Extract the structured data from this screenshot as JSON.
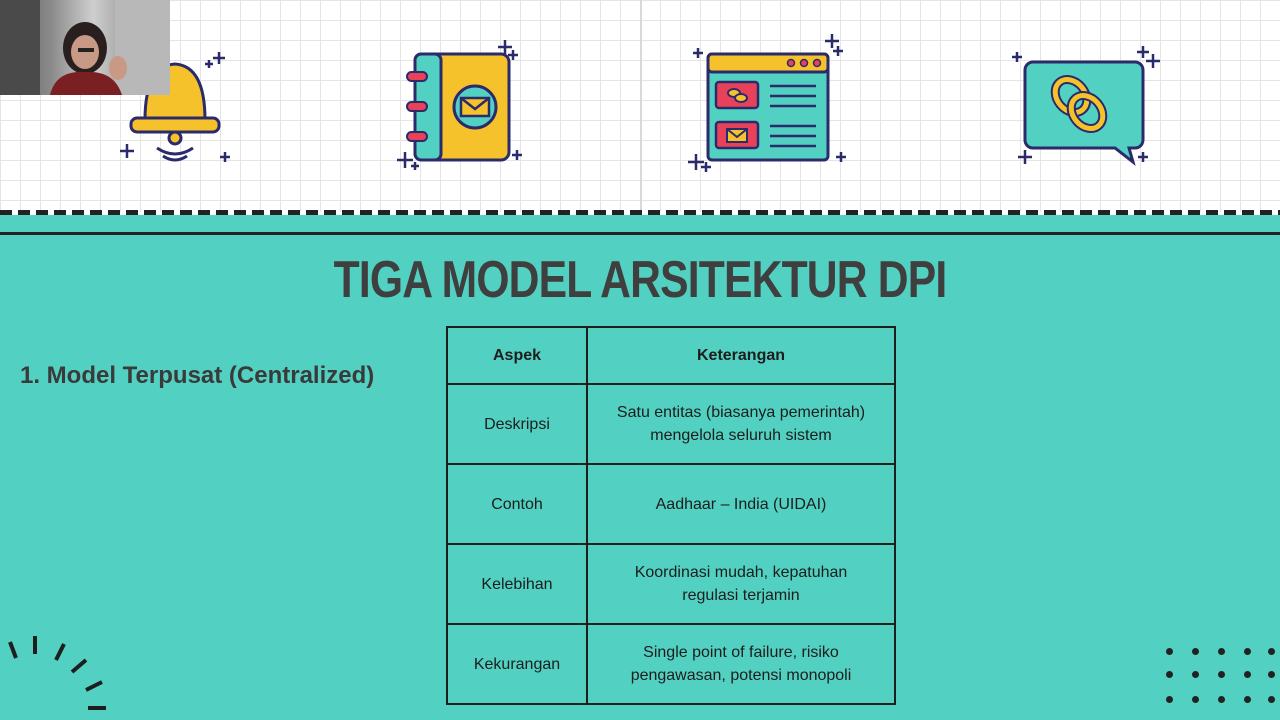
{
  "slide": {
    "title": "TIGA MODEL ARSITEKTUR DPI",
    "section_label": "1. Model Terpusat (Centralized)"
  },
  "table": {
    "headers": [
      "Aspek",
      "Keterangan"
    ],
    "rows": [
      {
        "aspek": "Deskripsi",
        "keterangan_1": "Satu entitas (biasanya pemerintah)",
        "keterangan_2": "mengelola seluruh sistem"
      },
      {
        "aspek": "Contoh",
        "keterangan_1": "Aadhaar – India (UIDAI)",
        "keterangan_2": ""
      },
      {
        "aspek": "Kelebihan",
        "keterangan_1": "Koordinasi mudah, kepatuhan",
        "keterangan_2": "regulasi terjamin"
      },
      {
        "aspek": "Kekurangan",
        "keterangan_1": "Single point of failure, risiko",
        "keterangan_2": "pengawasan, potensi monopoli"
      }
    ]
  },
  "icons": [
    "bell-icon",
    "address-book-icon",
    "browser-window-icon",
    "chat-link-icon"
  ],
  "colors": {
    "teal": "#52d1c2",
    "yellow": "#f6c22b",
    "red": "#e8425a",
    "navy": "#2b2a6b",
    "title": "#3f3f3f"
  }
}
